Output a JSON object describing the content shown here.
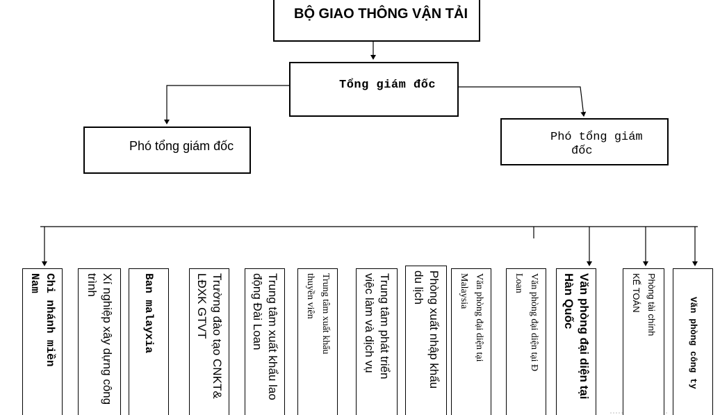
{
  "ministry": "BỘ GIAO THÔNG VẬN TẢI",
  "ceo": "Tổng giám đốc",
  "deputy_left": "Phó tổng giám đốc",
  "deputy_right_line1": "Phó tổng giám",
  "deputy_right_line2": "đốc",
  "units": [
    {
      "text": "Chi nhánh miền\nNam"
    },
    {
      "text": "Xí nghiệp xây dựng công\ntrình"
    },
    {
      "text": "Ban malayxia"
    },
    {
      "text": "Trường đào tạo CNKT&\nLĐXK GTVT"
    },
    {
      "text": "Trung tâm xuất khẩu lao\nđộng Đài Loan"
    },
    {
      "text": "Trung tâm xuất khẩu\nthuyền viên"
    },
    {
      "text": "Trung tâm phát triển\nviệc làm và dịch vụ"
    },
    {
      "text": "Phòng xuất nhập khẩu\ndu lịch"
    },
    {
      "text": "Văn phòng đại diện tại\nMalaysia"
    },
    {
      "text": "Văn phòng đại diện tại Đ\nLoan"
    },
    {
      "text": "Văn phòng đại diện tại\nHàn Quốc"
    },
    {
      "text": "Phòng tài chính\nKẾ TOÁN"
    },
    {
      "text": "Văn phòng công ty"
    }
  ]
}
